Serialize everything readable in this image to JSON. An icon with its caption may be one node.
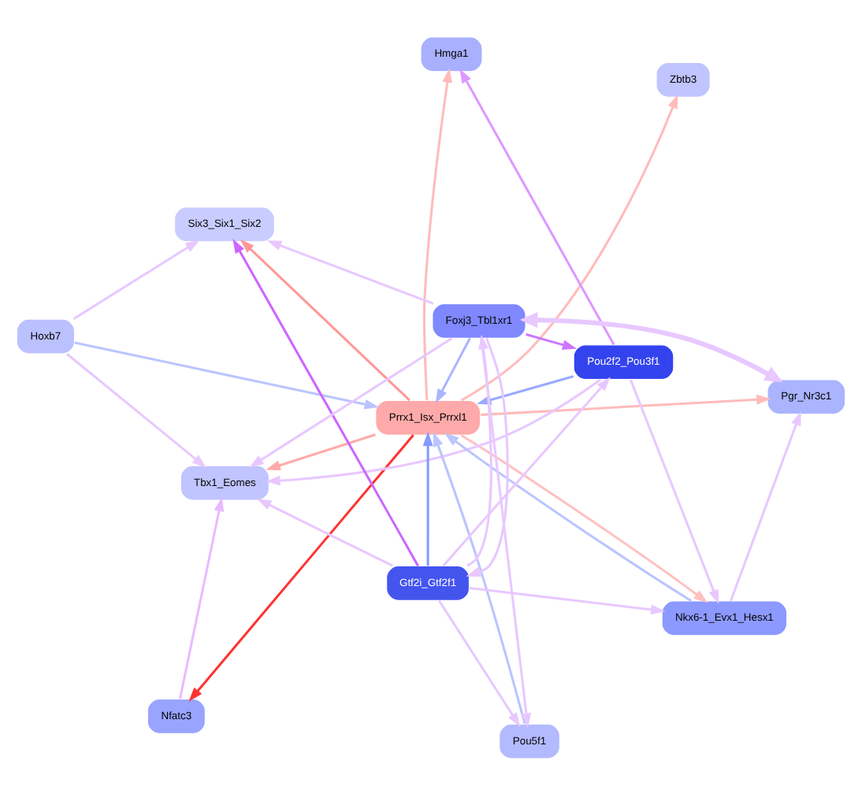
{
  "diagram": {
    "nodes": [
      {
        "text": [
          "Six3_Six1_Six2"
        ]
      },
      {
        "text": [
          "Pgr_Nr3c1"
        ]
      },
      {
        "text": [
          "Nfatc3"
        ]
      },
      {
        "text": [
          "Tbx1_Eomes"
        ]
      },
      {
        "text": [
          "Zbtb3"
        ]
      },
      {
        "text": [
          "Hmga1"
        ]
      },
      {
        "text": [
          "Prrx1_Isx_Prrxl1"
        ]
      },
      {
        "text": [
          "Pou2f2_Pou3f1"
        ]
      },
      {
        "text": [
          "Hoxb7"
        ]
      },
      {
        "text": [
          "Nkx6-1_Evx1_Hesx1"
        ]
      },
      {
        "text": [
          "Pou5f1"
        ]
      },
      {
        "text": [
          "Gtf2i_Gtf2f1"
        ]
      },
      {
        "text": [
          "Foxj3_Tbl1xr1"
        ]
      }
    ],
    "edges": [
      {
        "from": 6,
        "to": 2,
        "arrow": "to",
        "color": "#ff3333"
      },
      {
        "from": 6,
        "to": 0,
        "arrow": "to",
        "color": "#ff9999"
      },
      {
        "from": 6,
        "to": 1,
        "arrow": "to",
        "color": "#ffbbbb"
      },
      {
        "from": 6,
        "to": 3,
        "arrow": "to",
        "color": "#ffaaaa"
      },
      {
        "from": 6,
        "to": 5,
        "arrow": "to",
        "color": "#ffbbbb"
      },
      {
        "from": 6,
        "to": 4,
        "arrow": "to",
        "color": "#ffbbbb"
      },
      {
        "from": 6,
        "to": 9,
        "arrow": "to",
        "color": "#ffc0c0"
      },
      {
        "from": 7,
        "to": 6,
        "arrow": "to",
        "color": "#99aaff"
      },
      {
        "from": 9,
        "to": 6,
        "arrow": "to",
        "color": "#bbc4ff"
      },
      {
        "from": 11,
        "to": 6,
        "arrow": "to",
        "color": "#8899ff"
      },
      {
        "from": 12,
        "to": 6,
        "arrow": "to",
        "color": "#aab4ff"
      },
      {
        "from": 10,
        "to": 6,
        "arrow": "to",
        "color": "#bbc4ff"
      },
      {
        "from": 8,
        "to": 6,
        "arrow": "to",
        "color": "#bbc4ff"
      },
      {
        "from": 2,
        "to": 3,
        "arrow": "to",
        "color": "#e8bbff"
      },
      {
        "from": 11,
        "to": 0,
        "arrow": "to",
        "color": "#cc66ff"
      },
      {
        "from": 12,
        "to": 0,
        "arrow": "to"
      },
      {
        "from": 8,
        "to": 0,
        "arrow": "to"
      },
      {
        "from": 8,
        "to": 3,
        "arrow": "to"
      },
      {
        "from": 7,
        "to": 5,
        "arrow": "to",
        "color": "#dd99ff"
      },
      {
        "from": 7,
        "to": 9,
        "arrow": "to"
      },
      {
        "from": 9,
        "to": 1,
        "arrow": "to"
      },
      {
        "from": 7,
        "to": 3,
        "arrow": "to"
      },
      {
        "from": 12,
        "to": 7,
        "arrow": "to",
        "color": "#cc77ff"
      },
      {
        "from": 11,
        "to": 7,
        "arrow": "to"
      },
      {
        "from": 11,
        "to": 9,
        "arrow": "to"
      },
      {
        "from": 12,
        "to": 1,
        "arrow": "both",
        "style": "thick"
      },
      {
        "from": 11,
        "to": 12,
        "arrow": "to"
      },
      {
        "from": 12,
        "to": 11,
        "arrow": "to"
      },
      {
        "from": 11,
        "to": 10,
        "arrow": "to"
      },
      {
        "from": 12,
        "to": 10,
        "arrow": "to"
      },
      {
        "from": 11,
        "to": 3,
        "arrow": "to"
      },
      {
        "from": 12,
        "to": 3,
        "arrow": "to"
      }
    ]
  }
}
